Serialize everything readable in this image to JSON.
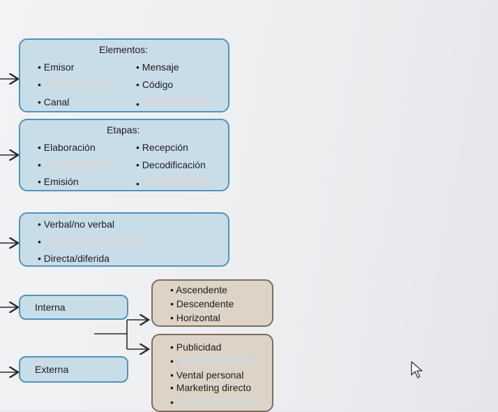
{
  "box_elementos": {
    "title": "Elementos:",
    "items": [
      "• Emisor",
      "• Mensaje",
      "•",
      "• Código",
      "• Canal",
      "•"
    ]
  },
  "box_etapas": {
    "title": "Etapas:",
    "items": [
      "• Elaboración",
      "• Recepción",
      "•",
      "• Decodificación",
      "• Emisión",
      "•"
    ]
  },
  "box_tipos": {
    "items": [
      "• Verbal/no verbal",
      "•",
      "• Directa/diferida"
    ]
  },
  "interna": {
    "label": "Interna",
    "items": [
      "• Ascendente",
      "• Descendente",
      "• Horizontal"
    ]
  },
  "externa": {
    "label": "Externa",
    "items": [
      "• Publicidad",
      "•",
      "• Vental personal",
      "• Marketing directo",
      "•"
    ]
  },
  "colors": {
    "blue_fill": "#c9dde9",
    "blue_border": "#4f93bb",
    "tan_fill": "#ddd3c6",
    "tan_border": "#7f6c5f"
  },
  "icons": [
    "arrow-right-icon",
    "mouse-cursor-icon"
  ]
}
